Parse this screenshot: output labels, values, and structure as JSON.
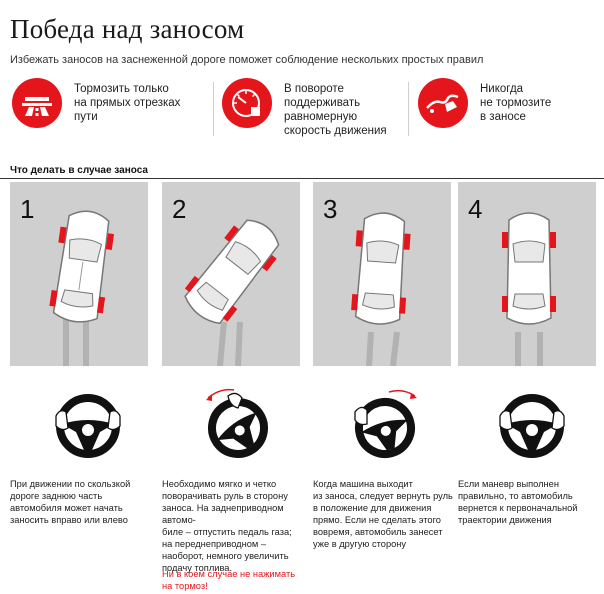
{
  "header": {
    "title": "Победа над заносом",
    "subtitle": "Избежать заносов на заснеженной дороге поможет соблюдение нескольких простых правил"
  },
  "rules": [
    {
      "icon": "road-icon",
      "lines": [
        "Тормозить только",
        "на прямых отрезках",
        "пути"
      ]
    },
    {
      "icon": "speedometer-icon",
      "lines": [
        "В повороте",
        "поддерживать",
        "равномерную",
        "скорость движения"
      ]
    },
    {
      "icon": "curve-brake-icon",
      "lines": [
        "Никогда",
        "не тормозите",
        "в заносе"
      ]
    }
  ],
  "section_title": "Что делать в случае заноса",
  "steps": [
    {
      "number": "1",
      "lines": [
        "При движении по скользкой",
        "дороге заднюю часть",
        "автомобиля может начать",
        "заносить вправо или влево"
      ]
    },
    {
      "number": "2",
      "lines": [
        "Необходимо мягко и четко",
        "поворачивать руль в сторону",
        "заноса. На заднеприводном автомо-",
        "биле – отпустить педаль газа;",
        "на переднеприводном –",
        "наоборот, немного увеличить",
        "подачу топлива."
      ]
    },
    {
      "number": "3",
      "lines": [
        "Когда машина выходит",
        "из заноса, следует вернуть руль",
        "в положение для движения",
        "прямо. Если не сделать этого",
        "вовремя, автомобиль занесет",
        "уже в другую сторону"
      ]
    },
    {
      "number": "4",
      "lines": [
        "Если маневр выполнен",
        "правильно, то автомобиль",
        "вернется к первоначальной",
        "траектории движения"
      ]
    }
  ],
  "warning": [
    "Ни в коем случае не нажимать",
    "на тормоз!"
  ],
  "colors": {
    "accent": "#e4161b",
    "panel": "#cfcfcf",
    "text": "#222222"
  }
}
